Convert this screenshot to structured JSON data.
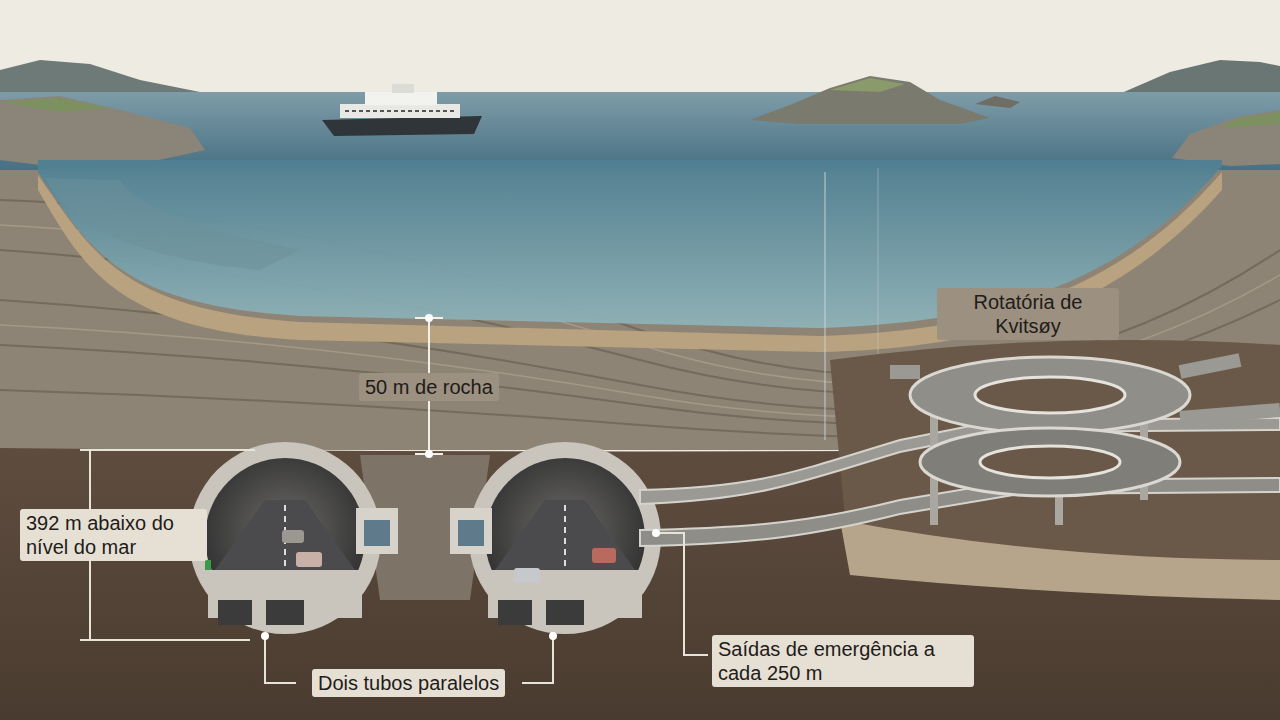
{
  "diagram": {
    "labels": [
      "Rotatória de Kvitsøy",
      "50 m de rocha",
      "392 m abaixo do nível do mar",
      "Dois tubos paralelos",
      "Saídas de emergência a cada 250 m"
    ]
  }
}
